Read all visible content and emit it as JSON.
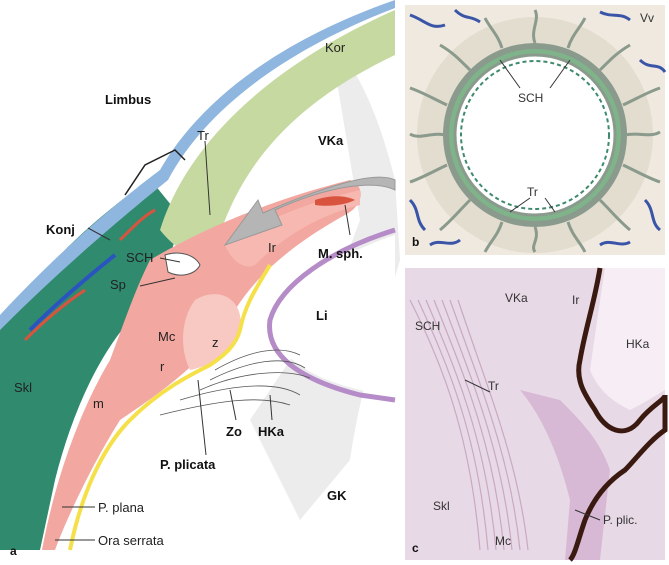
{
  "panel_a": {
    "letter": "a",
    "labels": {
      "kor": "Kor",
      "limbus": "Limbus",
      "vka": "VKa",
      "tr": "Tr",
      "konj": "Konj",
      "sch": "SCH",
      "ir": "Ir",
      "m_sph": "M. sph.",
      "sp": "Sp",
      "mc": "Mc",
      "z": "z",
      "li": "Li",
      "r": "r",
      "skl": "Skl",
      "m": "m",
      "zo": "Zo",
      "hka": "HKa",
      "p_plicata": "P. plicata",
      "gk": "GK",
      "p_plana": "P. plana",
      "ora_serrata": "Ora serrata"
    }
  },
  "panel_b": {
    "letter": "b",
    "labels": {
      "vv": "Vv",
      "sch": "SCH",
      "tr": "Tr"
    }
  },
  "panel_c": {
    "letter": "c",
    "labels": {
      "sch": "SCH",
      "vka": "VKa",
      "ir": "Ir",
      "hka": "HKa",
      "tr": "Tr",
      "skl": "Skl",
      "mc": "Mc",
      "p_plic": "P. plic."
    }
  },
  "colors": {
    "cornea_green": "#c6d9a0",
    "sclera_green": "#2f8a6e",
    "ciliary_pink": "#f2a8a0",
    "conjunctiva_blue": "#8fb6df",
    "lens_purple": "#b68cc8",
    "pigment_yellow": "#f5e04a",
    "panel_b_wall": "#8a9a8c",
    "panel_b_vessel": "#3a55a8",
    "histology_bg": "#e8d9e6"
  }
}
